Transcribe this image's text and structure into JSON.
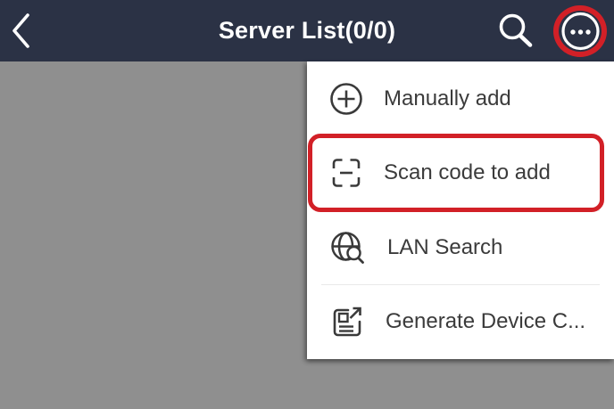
{
  "header": {
    "title": "Server List(0/0)",
    "back_icon": "chevron-left",
    "search_icon": "magnifier",
    "more_icon": "ellipsis-in-circle"
  },
  "menu": {
    "items": [
      {
        "label": "Manually add",
        "icon": "plus-circle-icon",
        "highlighted": false
      },
      {
        "label": "Scan code to add",
        "icon": "scan-frame-icon",
        "highlighted": true
      },
      {
        "label": "LAN Search",
        "icon": "globe-search-icon",
        "highlighted": false
      },
      {
        "label": "Generate Device C...",
        "icon": "document-export-icon",
        "highlighted": false
      }
    ]
  },
  "annotations": {
    "color": "#d22027",
    "circled_element": "more-options-button",
    "boxed_element": "Scan code to add"
  },
  "colors": {
    "header_bg": "#2b3245",
    "page_bg": "#8f8f8f",
    "menu_bg": "#ffffff",
    "menu_text": "#3b3b3b",
    "icon_stroke": "#3a3a3a",
    "annotation_red": "#d22027"
  }
}
